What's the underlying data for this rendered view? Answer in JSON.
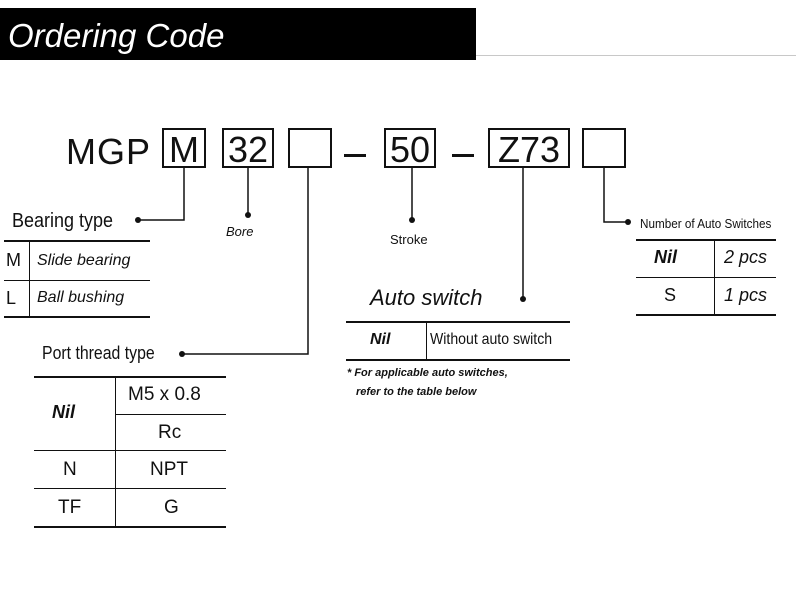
{
  "header": {
    "title": "Ordering Code"
  },
  "code": {
    "prefix": "MGP",
    "bearing": "M",
    "bore": "32",
    "port": "",
    "stroke": "50",
    "auto_switch": "Z73",
    "num_switches": "",
    "dash": "–"
  },
  "bearing_type": {
    "title": "Bearing type",
    "rows": [
      {
        "code": "M",
        "desc": "Slide bearing"
      },
      {
        "code": "L",
        "desc": "Ball bushing"
      }
    ]
  },
  "bore": {
    "label": "Bore"
  },
  "stroke": {
    "label": "Stroke"
  },
  "port_thread": {
    "title": "Port thread type",
    "rows": [
      {
        "code": "Nil",
        "values": [
          "M5 x 0.8",
          "Rc"
        ]
      },
      {
        "code": "N",
        "values": [
          "NPT"
        ]
      },
      {
        "code": "TF",
        "values": [
          "G"
        ]
      }
    ]
  },
  "auto_switch": {
    "title": "Auto switch",
    "rows": [
      {
        "code": "Nil",
        "desc": "Without auto switch"
      }
    ],
    "note_line1": "* For applicable auto switches,",
    "note_line2": "refer to the table below"
  },
  "num_switches": {
    "title": "Number of Auto  Switches",
    "rows": [
      {
        "code": "Nil",
        "desc": "2 pcs"
      },
      {
        "code": "S",
        "desc": "1 pcs"
      }
    ]
  }
}
